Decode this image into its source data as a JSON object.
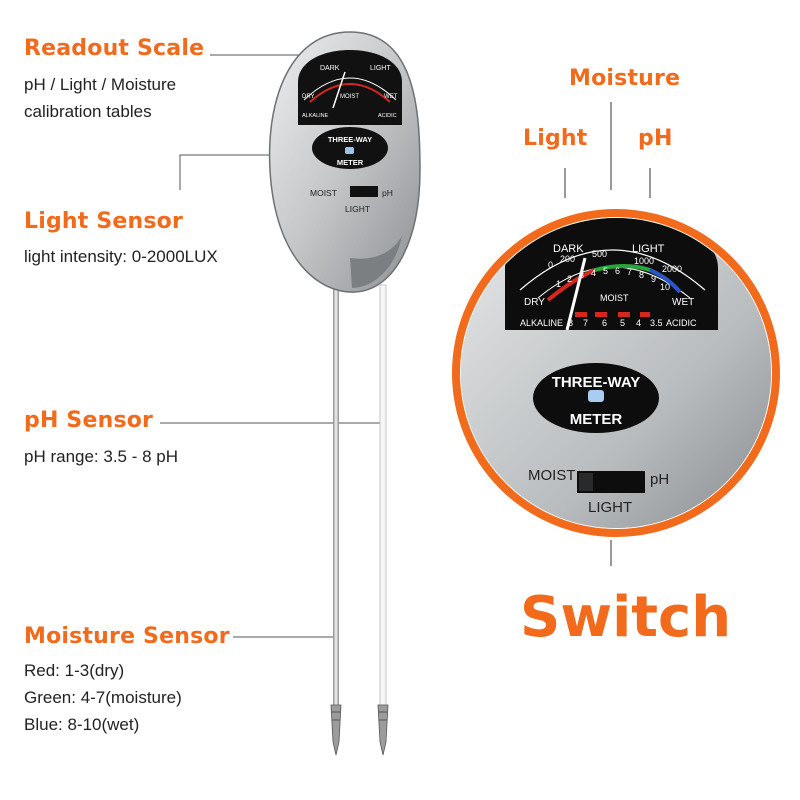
{
  "left_labels": {
    "readout_scale": {
      "title": "Readout Scale",
      "lines": [
        "pH / Light / Moisture",
        "calibration tables"
      ]
    },
    "light_sensor": {
      "title": "Light Sensor",
      "lines": [
        "light intensity: 0-2000LUX"
      ]
    },
    "ph_sensor": {
      "title": "pH Sensor",
      "lines": [
        "pH range: 3.5 - 8 pH"
      ]
    },
    "moisture_sensor": {
      "title": "Moisture Sensor",
      "lines": [
        "Red: 1-3(dry)",
        "Green: 4-7(moisture)",
        "Blue: 8-10(wet)"
      ]
    }
  },
  "zoom_labels": {
    "moisture": "Moisture",
    "light": "Light",
    "ph": "pH",
    "switch": "Switch"
  },
  "meter": {
    "badge_top": "THREE-WAY",
    "badge_bottom": "METER",
    "dial": {
      "dark": "DARK",
      "light": "LIGHT",
      "dry": "DRY",
      "wet": "WET",
      "moist": "MOIST",
      "alkaline": "ALKALINE",
      "acidic": "ACIDIC",
      "light_scale": [
        "0",
        "200",
        "500",
        "1000",
        "2000"
      ],
      "moist_scale": [
        "1",
        "2",
        "3",
        "4",
        "5",
        "6",
        "7",
        "8",
        "9",
        "10"
      ],
      "ph_scale": [
        "8",
        "7",
        "6",
        "5",
        "4",
        "3.5"
      ]
    },
    "switch": {
      "left": "MOIST",
      "right": "pH",
      "bottom": "LIGHT"
    }
  },
  "colors": {
    "accent": "#f26a1b",
    "dry": "#d6261d",
    "moist": "#2aa53a",
    "wet": "#2a57c8",
    "body": "#c9cbcd"
  }
}
